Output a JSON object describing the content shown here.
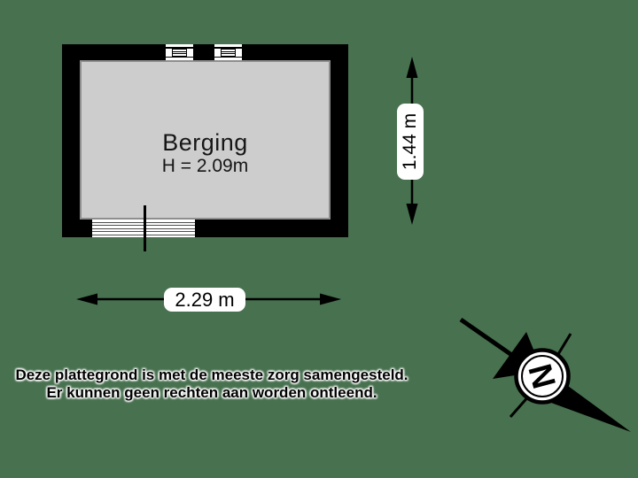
{
  "plan": {
    "room_label": "Berging",
    "room_height": "H = 2.09m"
  },
  "dimensions": {
    "width_label": "2.29 m",
    "height_label": "1.44 m"
  },
  "disclaimer": {
    "line1": "Deze plattegrond is met de meeste zorg samengesteld.",
    "line2": "Er kunnen geen rechten aan worden ontleend."
  },
  "compass": {
    "north_label": "N"
  },
  "colors": {
    "background": "#47714f",
    "wall": "#000000",
    "floor": "#cdcdcd",
    "label_bg": "#ffffff",
    "text": "#000000"
  }
}
